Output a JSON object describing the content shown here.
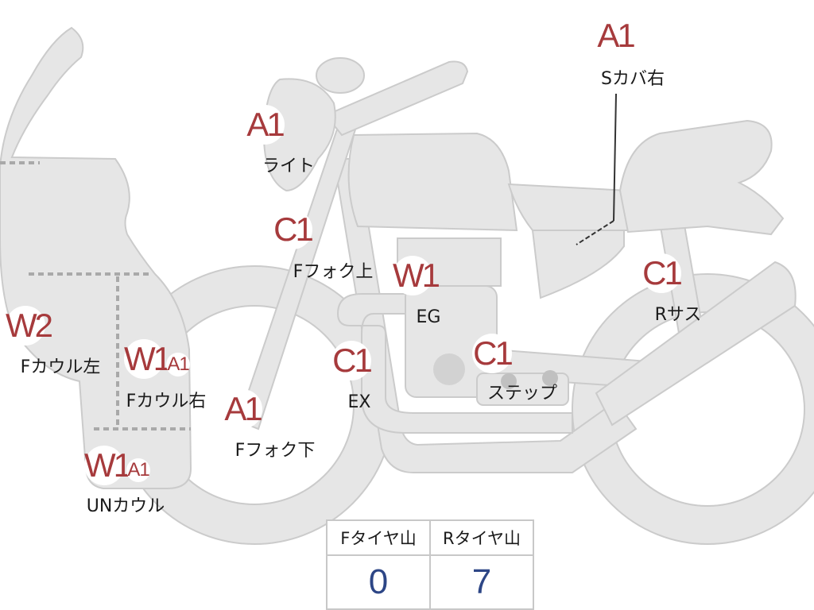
{
  "grades": {
    "side_cover_right": "A1",
    "light": "A1",
    "front_fork_upper": "C1",
    "engine": "W1",
    "rear_suspension": "C1",
    "front_cowl_left": "W2",
    "front_cowl_right_w": "W1",
    "front_cowl_right_a": "A1",
    "exhaust": "C1",
    "step": "C1",
    "front_fork_lower": "A1",
    "under_cowl_w": "W1",
    "under_cowl_a": "A1"
  },
  "labels": {
    "side_cover_right": "Sカバ右",
    "light": "ライト",
    "front_fork_upper": "Fフォク上",
    "engine": "EG",
    "rear_suspension": "Rサス",
    "front_cowl_left": "Fカウル左",
    "front_cowl_right": "Fカウル右",
    "exhaust": "EX",
    "step": "ステップ",
    "front_fork_lower": "Fフォク下",
    "under_cowl": "UNカウル"
  },
  "tire_table": {
    "front_header": "Fタイヤ山",
    "rear_header": "Rタイヤ山",
    "front_value": "0",
    "rear_value": "7"
  },
  "colors": {
    "grade_text": "#a63a3c",
    "tire_value": "#2d4686",
    "part_fill": "#e6e6e6"
  }
}
